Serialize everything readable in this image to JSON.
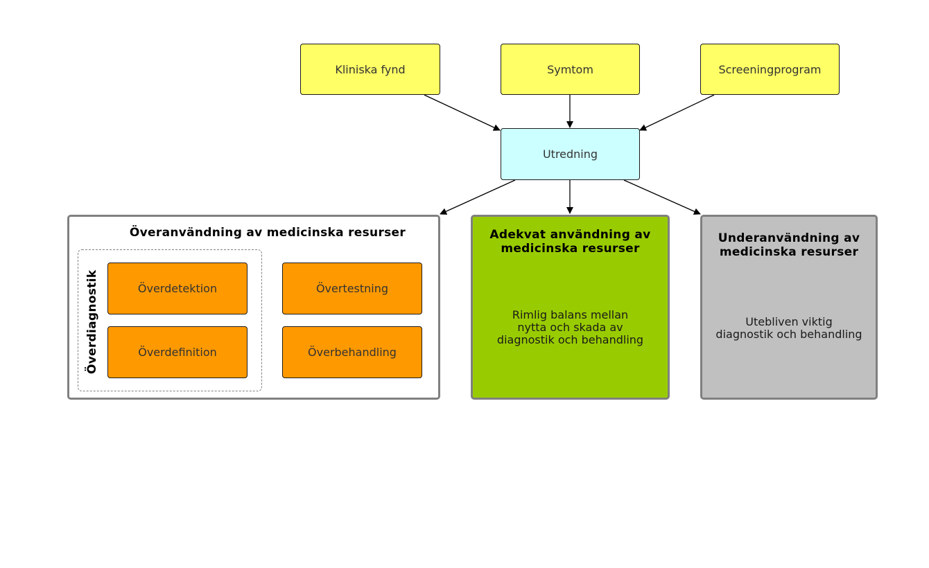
{
  "sources": {
    "kliniska": "Kliniska fynd",
    "symtom": "Symtom",
    "screening": "Screeningprogram"
  },
  "center": "Utredning",
  "over": {
    "title": "Överanvändning av medicinska resurser",
    "side_label": "Överdiagnostik",
    "items": [
      "Överdetektion",
      "Övertestning",
      "Överdefinition",
      "Överbehandling"
    ]
  },
  "adekvat": {
    "title_line1": "Adekvat användning av",
    "title_line2": "medicinska resurser",
    "body_line1": "Rimlig balans mellan",
    "body_line2": "nytta och skada av",
    "body_line3": "diagnostik och behandling"
  },
  "under": {
    "title_line1": "Underanvändning av",
    "title_line2": "medicinska resurser",
    "body_line1": "Utebliven viktig",
    "body_line2": "diagnostik och behandling"
  },
  "colors": {
    "source_fill": "#ffff66",
    "center_fill": "#ccffff",
    "orange_fill": "#ff9900",
    "adekvat_fill": "#99cc00",
    "under_fill": "#c0c0c0"
  }
}
